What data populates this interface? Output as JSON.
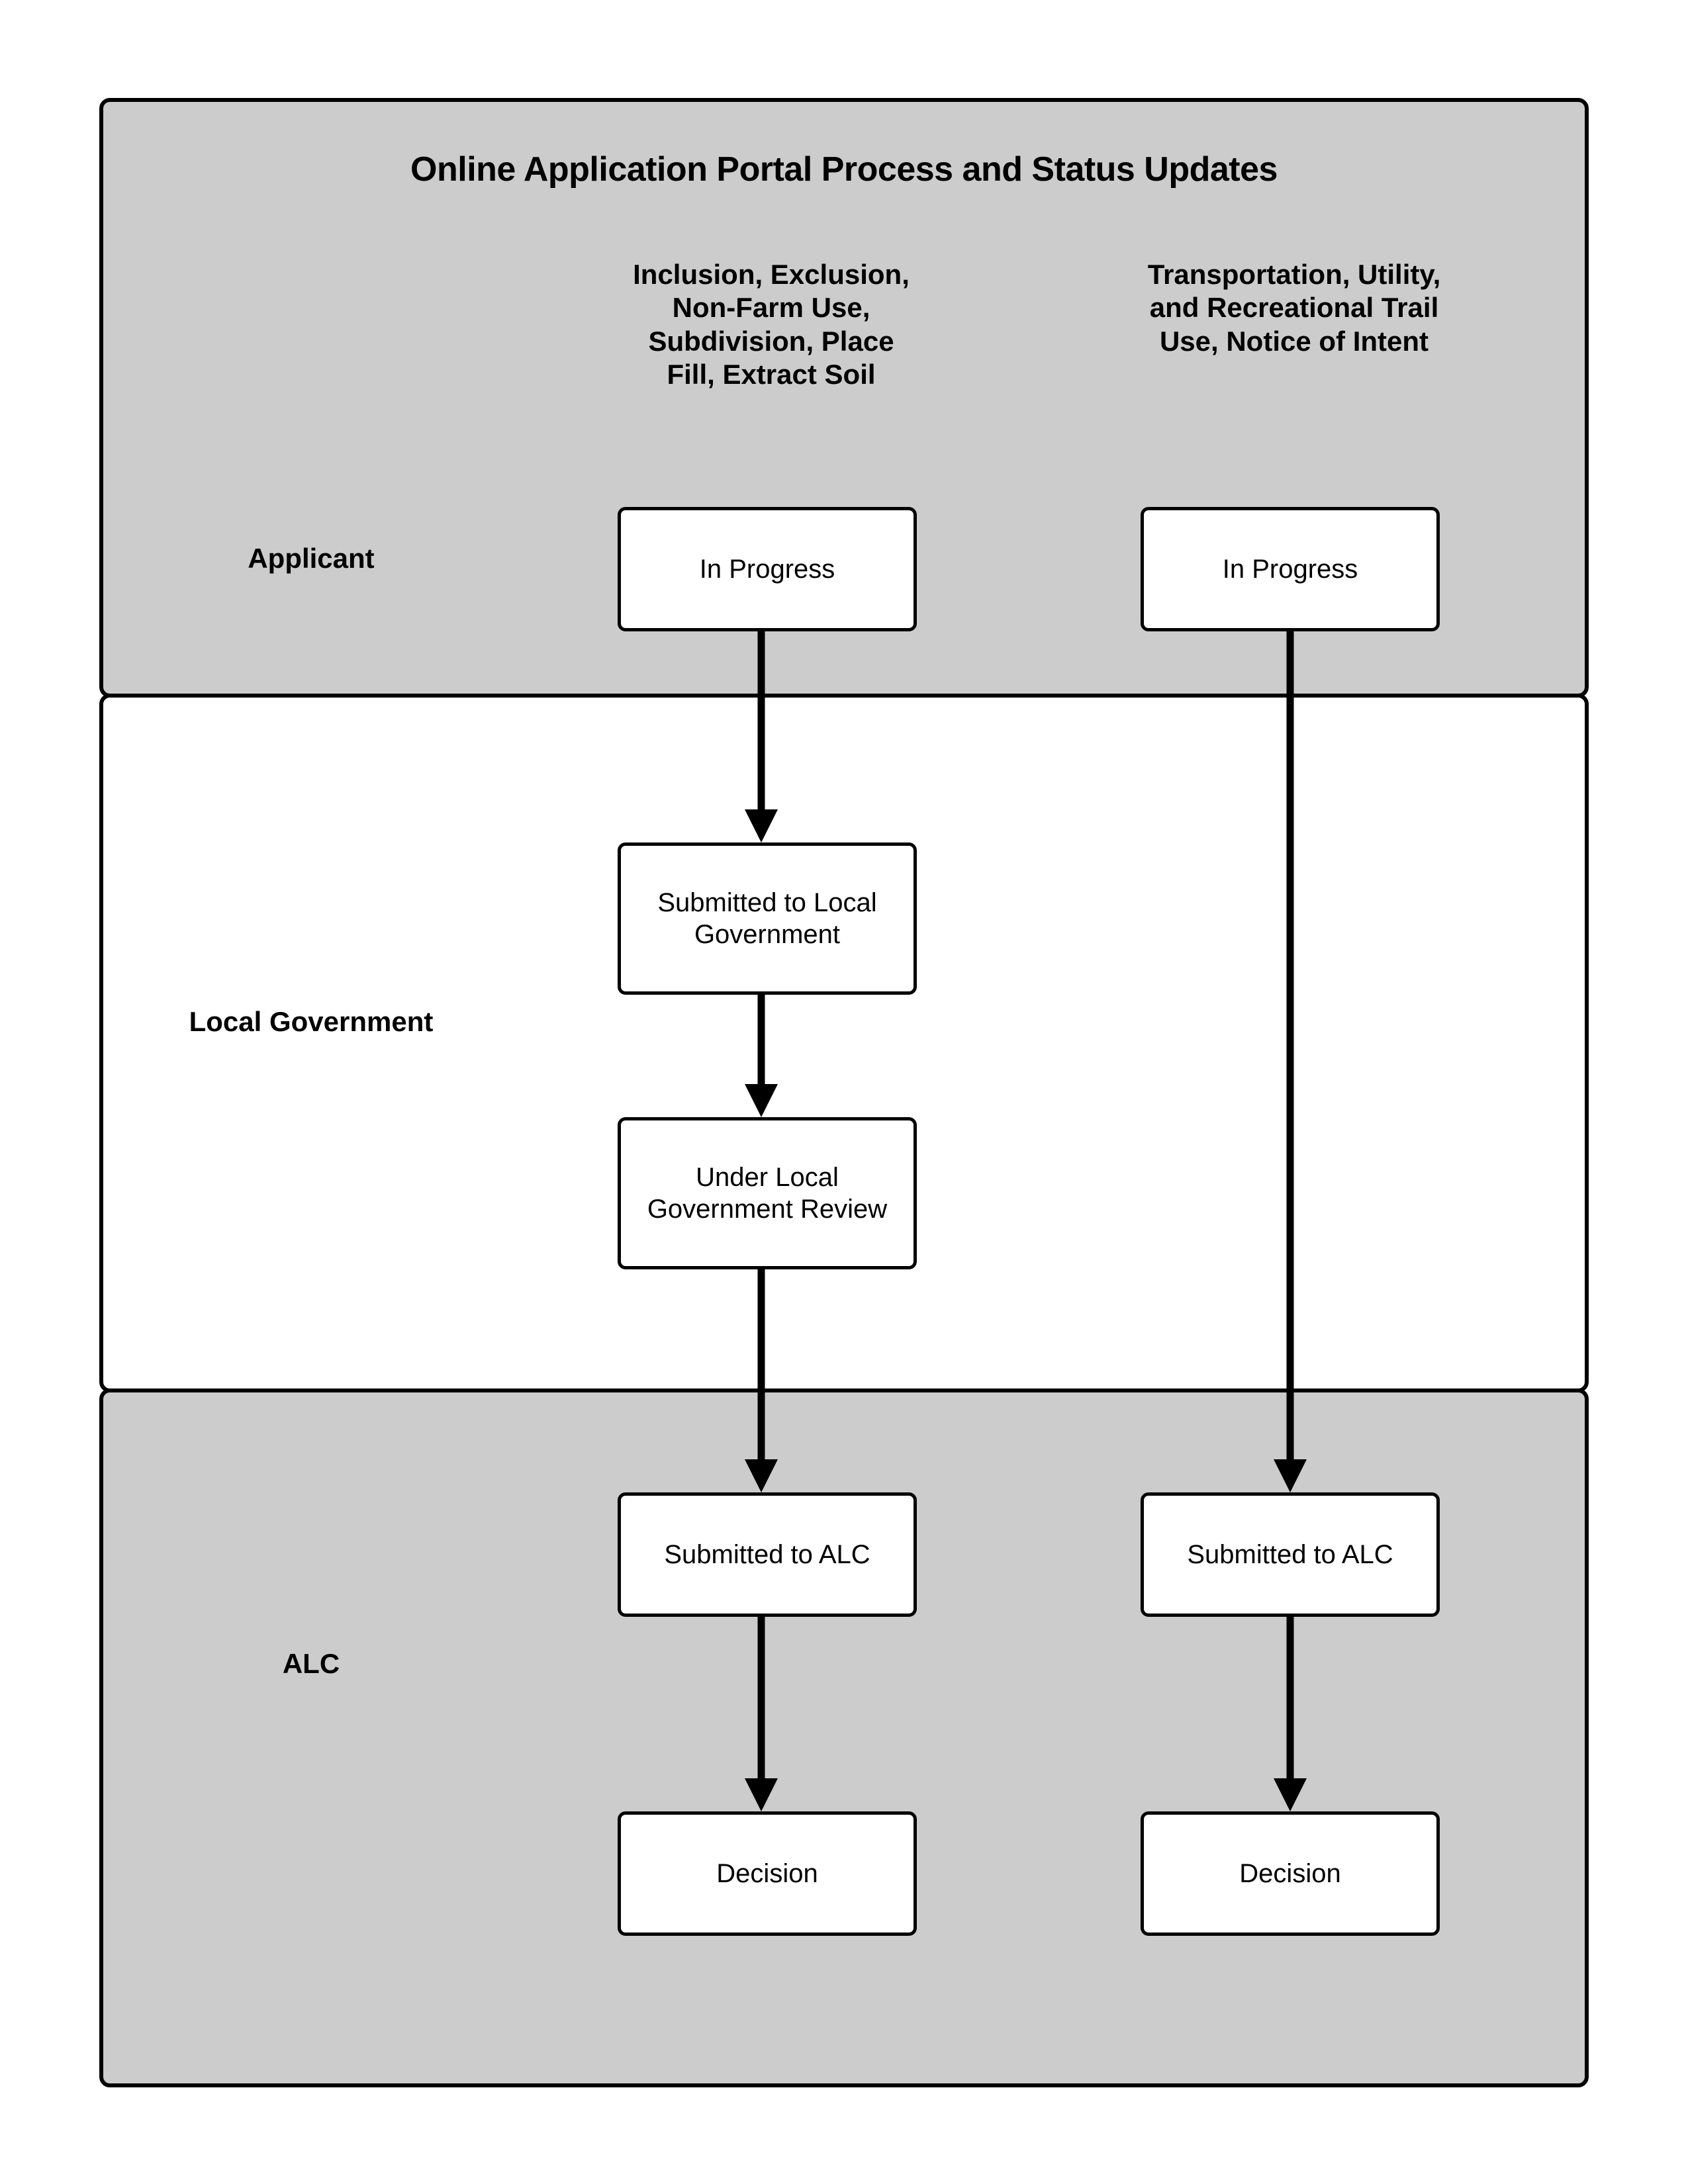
{
  "diagram": {
    "title": "Online Application Portal Process and Status Updates",
    "type": "swimlane-flowchart",
    "background_color": "#ffffff",
    "lane_shaded_color": "#cccccc",
    "lane_plain_color": "#ffffff",
    "node_fill_color": "#ffffff",
    "line_color": "#000000"
  },
  "lanes": [
    {
      "id": "applicant",
      "label": "Applicant",
      "shaded": true
    },
    {
      "id": "local-government",
      "label": "Local Government",
      "shaded": false
    },
    {
      "id": "alc",
      "label": "ALC",
      "shaded": true
    }
  ],
  "columns": [
    {
      "id": "left",
      "header": "Inclusion, Exclusion, Non-Farm Use, Subdivision, Place Fill, Extract Soil",
      "header_lines": [
        "Inclusion, Exclusion,",
        "Non-Farm Use,",
        "Subdivision, Place",
        "Fill, Extract Soil"
      ],
      "nodes": [
        {
          "id": "left-in-progress",
          "label": "In Progress",
          "lane": "applicant"
        },
        {
          "id": "left-submitted-lg",
          "label": "Submitted to Local Government",
          "lane": "local-government"
        },
        {
          "id": "left-under-review",
          "label": "Under Local Government Review",
          "lane": "local-government"
        },
        {
          "id": "left-submitted-alc",
          "label": "Submitted to ALC",
          "lane": "alc"
        },
        {
          "id": "left-decision",
          "label": "Decision",
          "lane": "alc"
        }
      ]
    },
    {
      "id": "right",
      "header": "Transportation, Utility, and Recreational Trail Use, Notice of Intent",
      "header_lines": [
        "Transportation, Utility,",
        "and Recreational Trail",
        "Use, Notice of Intent"
      ],
      "nodes": [
        {
          "id": "right-in-progress",
          "label": "In Progress",
          "lane": "applicant"
        },
        {
          "id": "right-submitted-alc",
          "label": "Submitted to ALC",
          "lane": "alc"
        },
        {
          "id": "right-decision",
          "label": "Decision",
          "lane": "alc"
        }
      ]
    }
  ],
  "edges": [
    {
      "from": "left-in-progress",
      "to": "left-submitted-lg",
      "style": "arrow"
    },
    {
      "from": "left-submitted-lg",
      "to": "left-under-review",
      "style": "arrow"
    },
    {
      "from": "left-under-review",
      "to": "left-submitted-alc",
      "style": "arrow"
    },
    {
      "from": "left-submitted-alc",
      "to": "left-decision",
      "style": "arrow"
    },
    {
      "from": "right-in-progress",
      "to": "right-submitted-alc",
      "style": "arrow"
    },
    {
      "from": "right-submitted-alc",
      "to": "right-decision",
      "style": "arrow"
    }
  ]
}
